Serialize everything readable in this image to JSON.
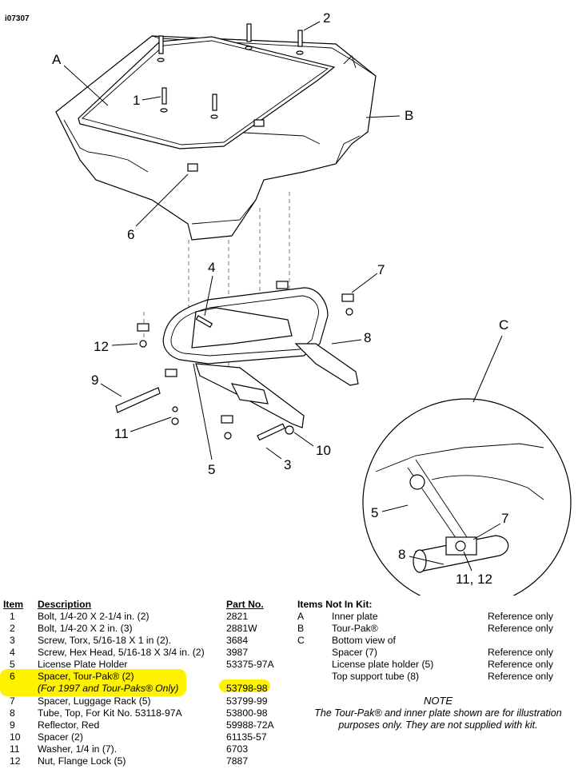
{
  "figure_id": "i07307",
  "callouts": {
    "A": "A",
    "B": "B",
    "C": "C",
    "n1": "1",
    "n2": "2",
    "n3": "3",
    "n4": "4",
    "n5": "5",
    "n6": "6",
    "n7": "7",
    "n8": "8",
    "n9": "9",
    "n10": "10",
    "n11": "11",
    "n12": "12",
    "inset5": "5",
    "inset7": "7",
    "inset8": "8",
    "inset11_12": "11, 12"
  },
  "table": {
    "headers": {
      "item": "Item",
      "description": "Description",
      "part_no": "Part No."
    },
    "rows": [
      {
        "item": "1",
        "description": "Bolt, 1/4-20 X 2-1/4 in. (2)",
        "part_no": "2821"
      },
      {
        "item": "2",
        "description": "Bolt, 1/4-20 X 2 in. (3)",
        "part_no": "2881W"
      },
      {
        "item": "3",
        "description": "Screw, Torx, 5/16-18 X 1 in (2).",
        "part_no": "3684"
      },
      {
        "item": "4",
        "description": "Screw, Hex Head, 5/16-18 X 3/4 in. (2)",
        "part_no": "3987"
      },
      {
        "item": "5",
        "description": "License Plate Holder",
        "part_no": "53375-97A"
      },
      {
        "item": "6",
        "description": "Spacer, Tour-Pak® (2)",
        "part_no": ""
      },
      {
        "item": "",
        "description": "(For 1997 and Tour-Paks® Only)",
        "part_no": "53798-98"
      },
      {
        "item": "7",
        "description": "Spacer, Luggage Rack (5)",
        "part_no": "53799-99"
      },
      {
        "item": "8",
        "description": "Tube, Top, For Kit No. 53118-97A",
        "part_no": "53800-98"
      },
      {
        "item": "9",
        "description": "Reflector, Red",
        "part_no": "59988-72A"
      },
      {
        "item": "10",
        "description": "Spacer (2)",
        "part_no": "61135-57"
      },
      {
        "item": "11",
        "description": "Washer, 1/4 in (7).",
        "part_no": "6703"
      },
      {
        "item": "12",
        "description": "Nut, Flange Lock (5)",
        "part_no": "7887"
      }
    ]
  },
  "not_in_kit": {
    "header": "Items Not In Kit:",
    "rows": [
      {
        "letter": "A",
        "description": "Inner plate",
        "ref": "Reference only"
      },
      {
        "letter": "B",
        "description": "Tour-Pak®",
        "ref": "Reference only"
      },
      {
        "letter": "C",
        "description": "Bottom view of",
        "ref": ""
      },
      {
        "letter": "",
        "description": "Spacer (7)",
        "ref": "Reference only"
      },
      {
        "letter": "",
        "description": "License plate holder (5)",
        "ref": "Reference only"
      },
      {
        "letter": "",
        "description": "Top support tube (8)",
        "ref": "Reference only"
      }
    ],
    "note_title": "NOTE",
    "note_line1": "The Tour-Pak® and inner plate shown are for illustration",
    "note_line2": "purposes only. They are not supplied with kit."
  },
  "colors": {
    "highlight": "#fff200",
    "line": "#000000"
  }
}
